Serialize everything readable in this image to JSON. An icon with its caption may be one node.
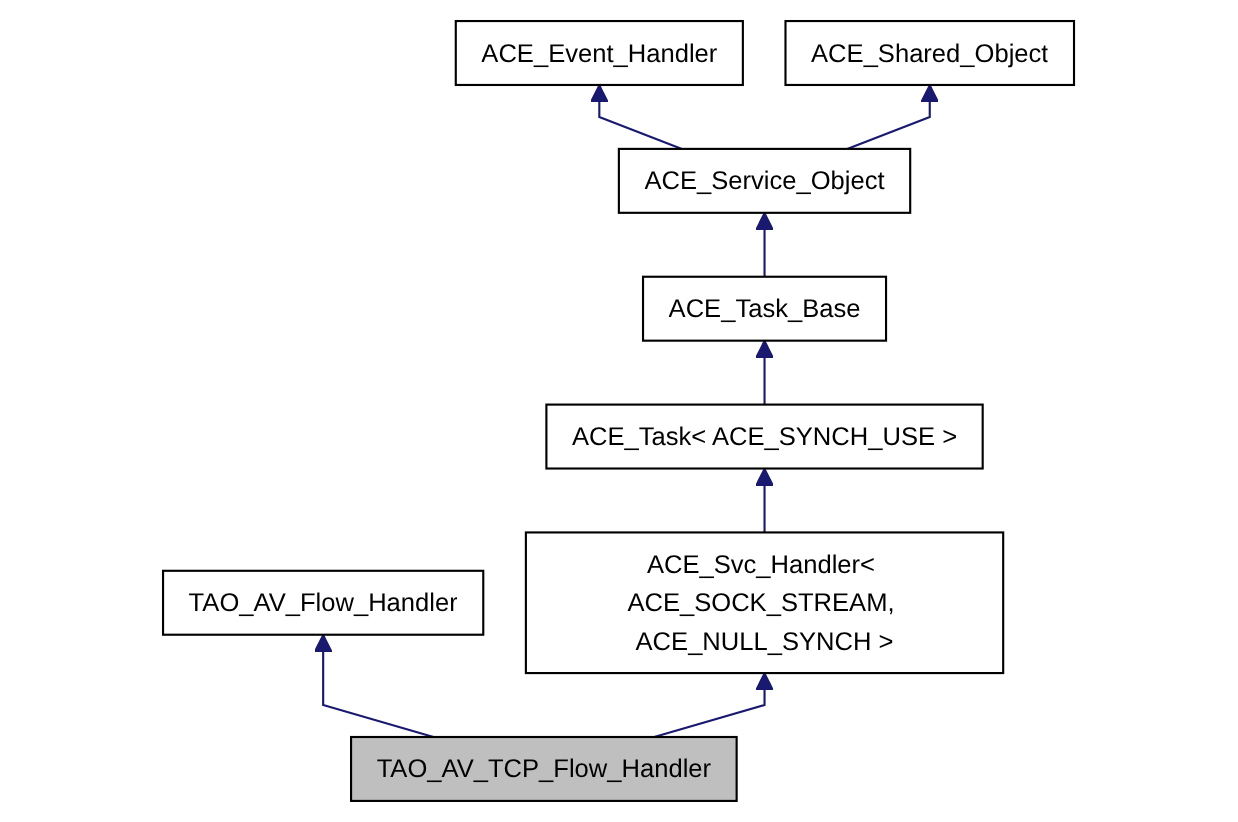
{
  "diagram": {
    "nodes": [
      {
        "text": [
          "ACE_Event_Handler"
        ]
      },
      {
        "text": [
          "ACE_Shared_Object"
        ]
      },
      {
        "text": [
          "ACE_Service_Object"
        ]
      },
      {
        "text": [
          "ACE_Task_Base"
        ]
      },
      {
        "text": [
          "ACE_Task< ACE_SYNCH_USE >"
        ]
      },
      {
        "text": [
          "TAO_AV_Flow_Handler"
        ]
      },
      {
        "text": [
          "ACE_Svc_Handler< ACE_SOCK_STREAM, ACE_NULL_SYNCH >"
        ]
      },
      {
        "text": [
          "TAO_AV_TCP_Flow_Handler"
        ]
      }
    ],
    "edges": [
      {
        "from": 2,
        "to": 0,
        "arrow": "to"
      },
      {
        "from": 2,
        "to": 1,
        "arrow": "to"
      },
      {
        "from": 3,
        "to": 2,
        "arrow": "to"
      },
      {
        "from": 4,
        "to": 3,
        "arrow": "to"
      },
      {
        "from": 6,
        "to": 4,
        "arrow": "to"
      },
      {
        "from": 7,
        "to": 5,
        "arrow": "to"
      },
      {
        "from": 7,
        "to": 6,
        "arrow": "to"
      }
    ]
  }
}
